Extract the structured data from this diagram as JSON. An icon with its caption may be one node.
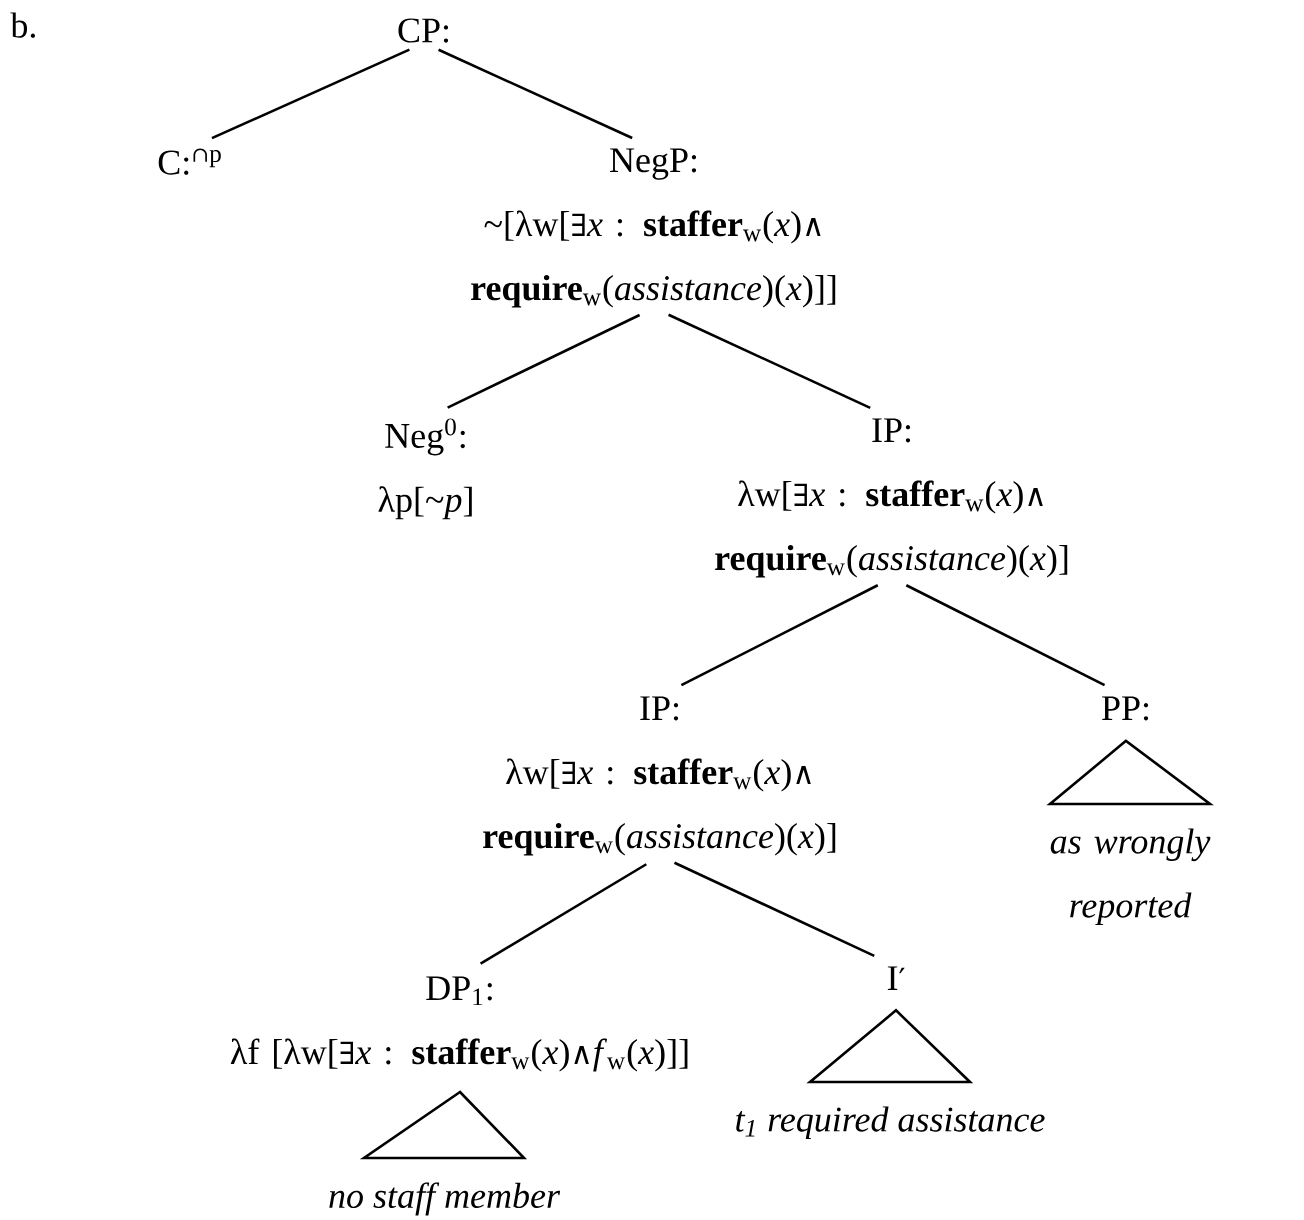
{
  "diagram": {
    "nodes": [
      {
        "text": [
          "CP:"
        ]
      },
      {
        "text": [
          "C:$^{∩p}$"
        ]
      },
      {
        "text": [
          "NegP:",
          "~[λw[∃*x* : **staffer**$_{w}$(*x*)∧ **require**$_{w}$(*assistance*)(*x*)]]"
        ]
      },
      {
        "text": [
          "Neg$^{0}$:",
          "λp[~*p*]"
        ]
      },
      {
        "text": [
          "IP:",
          "λw[∃*x* : **staffer**$_{w}$(*x*)∧ **require**$_{w}$(*assistance*)(*x*)]"
        ]
      },
      {
        "text": [
          "IP:",
          "λw[∃*x* : **staffer**$_{w}$(*x*)∧ **require**$_{w}$(*assistance*)(*x*)]"
        ]
      },
      {
        "text": [
          "PP:"
        ]
      },
      {
        "text": [
          "DP$_{1}$:",
          "λf [λw[∃*x* : **staffer**$_{w}$(*x*)∧*f*$_{w}$(*x*)]]"
        ]
      },
      {
        "text": [
          "I′"
        ]
      },
      {
        "text": [
          "as wrongly reported"
        ]
      },
      {
        "text": [
          "no staff member"
        ]
      },
      {
        "text": [
          "t$_{1}$ required assistance"
        ]
      }
    ],
    "edges": [
      {
        "from": 0,
        "to": 1,
        "arrow": "none"
      },
      {
        "from": 0,
        "to": 2,
        "arrow": "none"
      },
      {
        "from": 2,
        "to": 3,
        "arrow": "none"
      },
      {
        "from": 2,
        "to": 4,
        "arrow": "none"
      },
      {
        "from": 4,
        "to": 5,
        "arrow": "none"
      },
      {
        "from": 4,
        "to": 6,
        "arrow": "none"
      },
      {
        "from": 5,
        "to": 7,
        "arrow": "none"
      },
      {
        "from": 5,
        "to": 8,
        "arrow": "none"
      },
      {
        "from": 6,
        "to": 9,
        "arrow": "none"
      },
      {
        "from": 7,
        "to": 10,
        "arrow": "none"
      },
      {
        "from": 8,
        "to": 11,
        "arrow": "none"
      }
    ],
    "labels": [
      "b."
    ]
  }
}
